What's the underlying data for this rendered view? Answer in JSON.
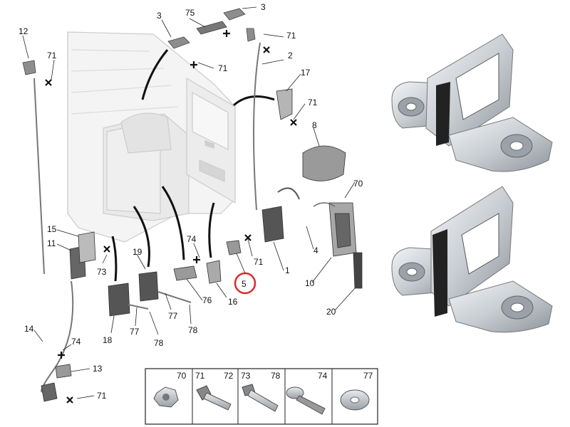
{
  "diagram": {
    "callouts": [
      "12",
      "71",
      "3",
      "75",
      "3",
      "71",
      "71",
      "2",
      "17",
      "71",
      "8",
      "70",
      "1",
      "4",
      "10",
      "20",
      "5",
      "71",
      "74",
      "16",
      "76",
      "15",
      "11",
      "73",
      "19",
      "18",
      "77",
      "77",
      "78",
      "78",
      "14",
      "74",
      "13",
      "71"
    ],
    "highlighted_callout": "5",
    "highlight_color": "#d92b2b",
    "fastener_table": {
      "headers": [
        "70",
        "71",
        "72",
        "73",
        "78",
        "74",
        "77"
      ]
    },
    "photos": [
      "striker-plate-photo-top",
      "striker-plate-photo-bottom"
    ]
  }
}
